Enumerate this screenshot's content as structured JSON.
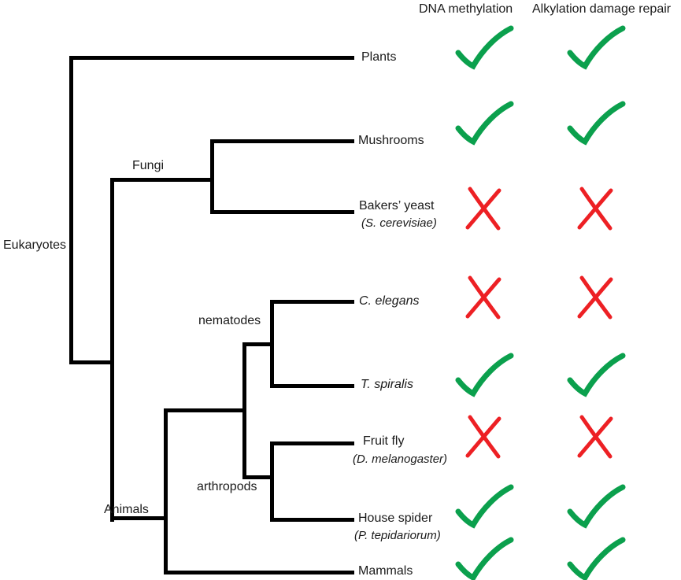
{
  "columns": {
    "dna_methylation": "DNA methylation",
    "alkylation_repair": "Alkylation damage repair"
  },
  "clades": {
    "root": "Eukaryotes",
    "fungi": "Fungi",
    "animals": "Animals",
    "nematodes": "nematodes",
    "arthropods": "arthropods"
  },
  "taxa": [
    {
      "id": "plants",
      "label": "Plants",
      "sublabel": "",
      "dna_methylation": "check",
      "alkylation_repair": "check"
    },
    {
      "id": "mushrooms",
      "label": "Mushrooms",
      "sublabel": "",
      "dna_methylation": "check",
      "alkylation_repair": "check"
    },
    {
      "id": "bakers-yeast",
      "label": "Bakers’ yeast",
      "sublabel": "(S. cerevisiae)",
      "dna_methylation": "cross",
      "alkylation_repair": "cross"
    },
    {
      "id": "c-elegans",
      "label": "C. elegans",
      "sublabel": "",
      "dna_methylation": "cross",
      "alkylation_repair": "cross"
    },
    {
      "id": "t-spiralis",
      "label": "T. spiralis",
      "sublabel": "",
      "dna_methylation": "check",
      "alkylation_repair": "check"
    },
    {
      "id": "fruit-fly",
      "label": "Fruit fly",
      "sublabel": "(D. melanogaster)",
      "dna_methylation": "cross",
      "alkylation_repair": "cross"
    },
    {
      "id": "house-spider",
      "label": "House spider",
      "sublabel": "(P. tepidariorum)",
      "dna_methylation": "check",
      "alkylation_repair": "check"
    },
    {
      "id": "mammals",
      "label": "Mammals",
      "sublabel": "",
      "dna_methylation": "check",
      "alkylation_repair": "check"
    }
  ],
  "colors": {
    "check": "#0ba04d",
    "cross": "#ed2024",
    "line": "#000000"
  }
}
